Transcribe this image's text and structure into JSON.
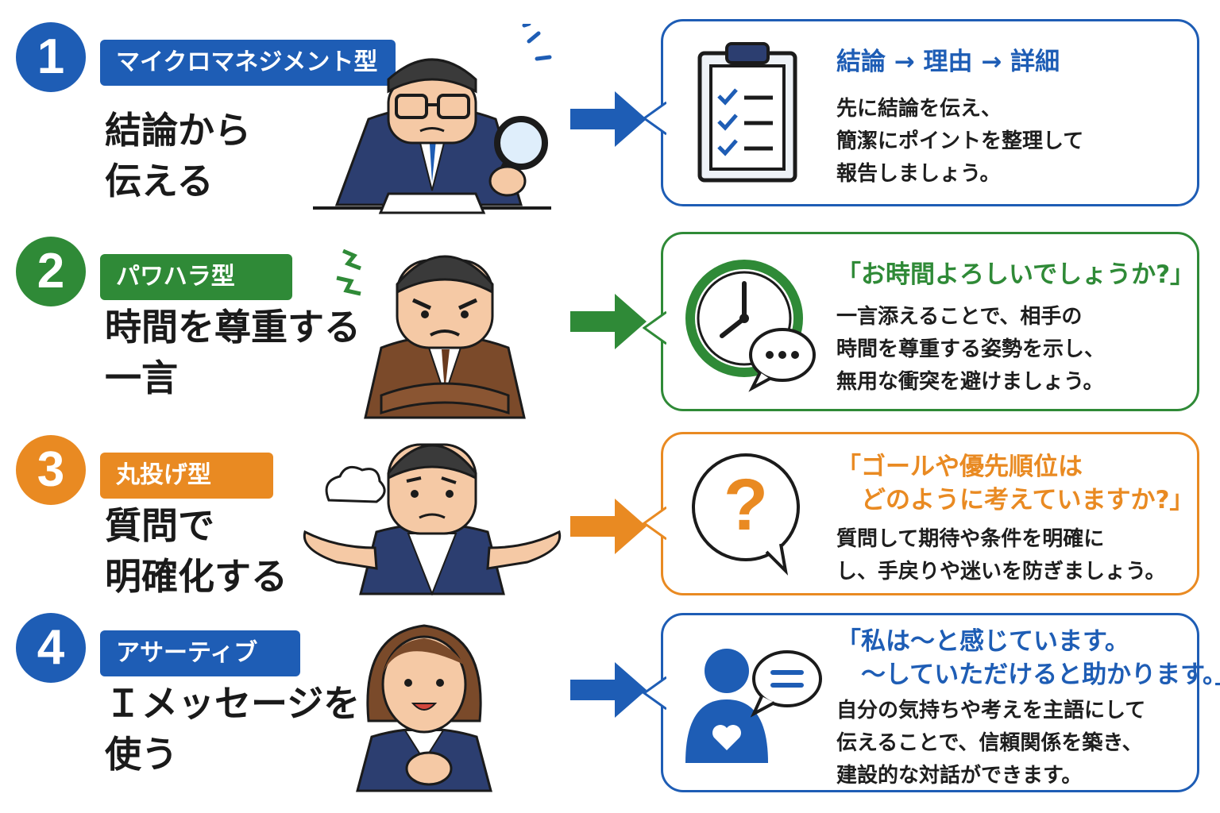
{
  "colors": {
    "blue": "#1e5db5",
    "green": "#2f8a37",
    "orange": "#e98a22",
    "text": "#1d1d1d"
  },
  "items": [
    {
      "number": "1",
      "type_label": "マイクロマネジメント型",
      "heading": "結論から\n伝える",
      "bubble_title": "結論 → 理由 → 詳細",
      "bubble_desc": "先に結論を伝え、\n簡潔にポイントを整理して\n報告しましょう。",
      "icon": "clipboard-checklist-icon",
      "person": "micromanager-boss-magnifier"
    },
    {
      "number": "2",
      "type_label": "パワハラ型",
      "heading": "時間を尊重する\n一言",
      "bubble_title": "「お時間よろしいでしょうか?」",
      "bubble_desc": "一言添えることで、相手の\n時間を尊重する姿勢を示し、\n無用な衝突を避けましょう。",
      "icon": "clock-chat-icon",
      "person": "angry-boss-arms-crossed"
    },
    {
      "number": "3",
      "type_label": "丸投げ型",
      "heading": "質問で\n明確化する",
      "bubble_title": "「ゴールや優先順位は\n　どのように考えていますか?」",
      "bubble_desc": "質問して期待や条件を明確に\nし、手戻りや迷いを防ぎましょう。",
      "icon": "question-bubble-icon",
      "person": "shrugging-boss"
    },
    {
      "number": "4",
      "type_label": "アサーティブ",
      "heading": "Ｉメッセージを\n使う",
      "bubble_title": "「私は～と感じています。\n　～していただけると助かります。」",
      "bubble_desc": "自分の気持ちや考えを主語にして\n伝えることで、信頼関係を築き、\n建設的な対話ができます。",
      "icon": "person-heart-speech-icon",
      "person": "smiling-woman-hand-on-chest"
    }
  ]
}
